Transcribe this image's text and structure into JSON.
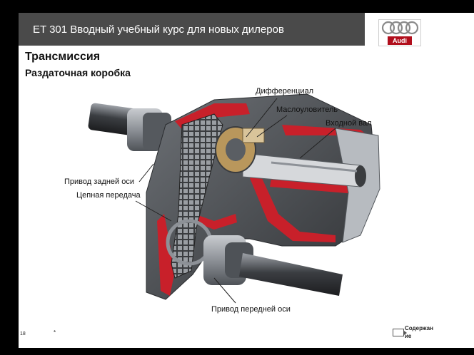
{
  "slide": {
    "title": "ET 301 Вводный учебный курс для новых дилеров",
    "heading": "Трансмиссия",
    "subheading": "Раздаточная коробка",
    "page_number": "18",
    "footer_mark": "*",
    "contents_label": "Содержание",
    "logo_text": "Audi"
  },
  "callouts": {
    "differential": "Дифференциал",
    "oil_catcher": "Маслоуловитель",
    "input_shaft": "Входной вал",
    "rear_axle_drive": "Привод задней оси",
    "chain_drive": "Цепная передача",
    "front_axle_drive": "Привод передней оси"
  },
  "colors": {
    "title_bar": "#4a4a4a",
    "logo_red": "#b10e1c",
    "housing_cut": "#c8202a",
    "metal": "#8a8f96"
  }
}
